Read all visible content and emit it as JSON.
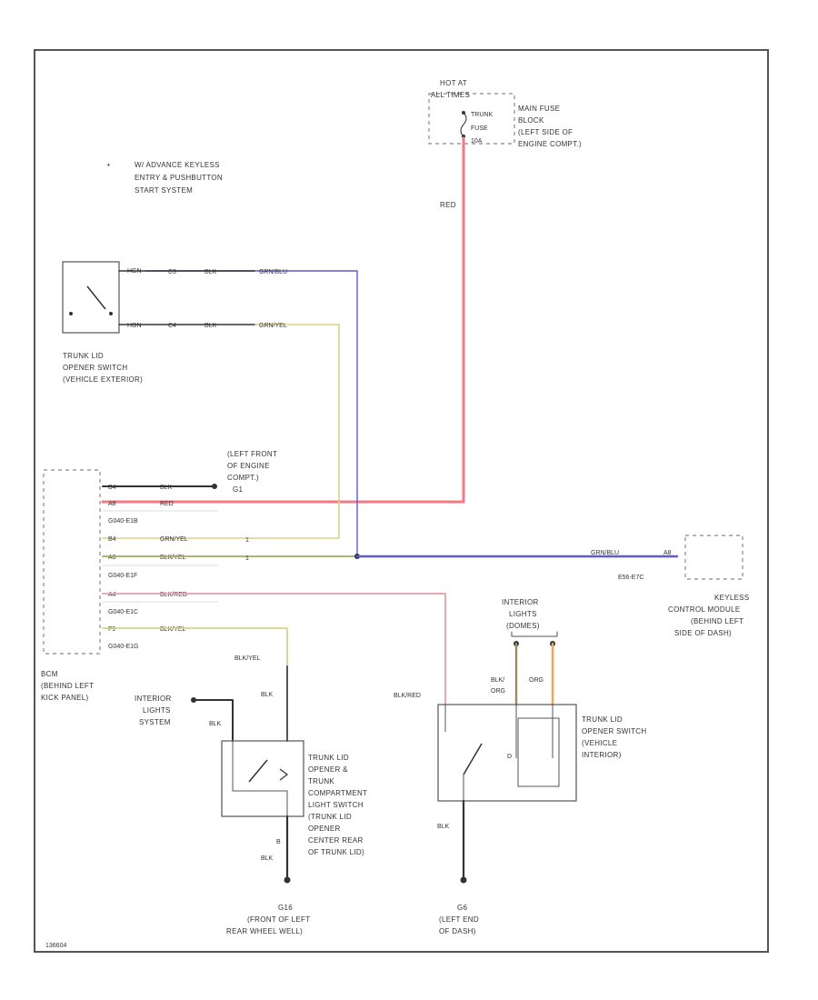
{
  "title_note": {
    "bullet": "•",
    "line1": "W/ ADVANCE KEYLESS",
    "line2": "ENTRY & PUSHBUTTON",
    "line3": "START SYSTEM"
  },
  "fuse": {
    "hot_line1": "HOT AT",
    "hot_line2": "ALL TIMES",
    "fuse_label": "TRUNK",
    "amp_label": "FUSE",
    "amp_value": "10A",
    "box_line1": "MAIN FUSE",
    "box_line2": "BLOCK",
    "box_line3": "(LEFT SIDE OF",
    "box_line4": "ENGINE COMPT.)"
  },
  "ext_switch": {
    "pin1": "HGN",
    "pin2": "HGN",
    "wire1_conn": "C3",
    "wire1_color": "BLK",
    "wire1_end": "GRN/BLU",
    "wire2_conn": "C4",
    "wire2_color": "BLK",
    "wire2_end": "GRN/YEL",
    "line1": "TRUNK LID",
    "line2": "OPENER SWITCH",
    "line3": "(VEHICLE EXTERIOR)"
  },
  "ground_front": {
    "line1": "(LEFT FRONT",
    "line2": "OF ENGINE",
    "line3": "COMPT.)",
    "line4": "G1"
  },
  "bcm": {
    "rows": [
      {
        "pin": "B4",
        "color": "BLK"
      },
      {
        "pin": "A8",
        "color": "RED"
      },
      {
        "pin": "",
        "color": "G040-E1B"
      },
      {
        "pin": "B4",
        "color": "GRN/YEL"
      },
      {
        "pin": "A6",
        "color": "BLK/YEL"
      },
      {
        "pin": "",
        "color": "G040-E1F"
      },
      {
        "pin": "A4",
        "color": "BLK/RED"
      },
      {
        "pin": "",
        "color": "G040-E1C"
      },
      {
        "pin": "F9",
        "color": "BLK/YEL"
      },
      {
        "pin": "",
        "color": "G040-E1G"
      }
    ],
    "line1": "BCM",
    "line2": "(BEHIND LEFT",
    "line3": "KICK PANEL)"
  },
  "keyless": {
    "wire_color": "GRN/BLU",
    "pin": "A8",
    "conn": "E56-E7C",
    "line1": "KEYLESS",
    "line2": "CONTROL MODULE",
    "line3": "(BEHIND LEFT",
    "line4": "SIDE OF DASH)"
  },
  "trunk_light_switch": {
    "wire_in": "BLK/YEL",
    "wire_out": "BLK",
    "wire_out2": "BLK",
    "pin_bot": "B",
    "line1": "TRUNK LID",
    "line2": "OPENER &",
    "line3": "TRUNK",
    "line4": "COMPARTMENT",
    "line5": "LIGHT SWITCH",
    "line6": "(TRUNK LID",
    "line7": "OPENER",
    "line8": "CENTER REAR",
    "line9": "OF TRUNK LID)"
  },
  "interior_lights_left": {
    "line1": "INTERIOR",
    "line2": "LIGHTS",
    "line3": "SYSTEM",
    "wire": "BLK"
  },
  "interior_lights_right": {
    "line1": "INTERIOR",
    "line2": "LIGHTS",
    "line3": "(DOMES)",
    "wire1": "BLK/",
    "wire1b": "ORG",
    "wire2": "ORG"
  },
  "int_switch": {
    "wire_in": "BLK/RED",
    "wire_out": "BLK",
    "line1": "TRUNK LID",
    "line2": "OPENER SWITCH",
    "line3": "(VEHICLE",
    "line4": "INTERIOR)"
  },
  "ground_rear": {
    "line1": "G16",
    "line2": "(FRONT OF LEFT",
    "line3": "REAR WHEEL WELL)"
  },
  "ground_dash": {
    "line1": "G6",
    "line2": "(LEFT END",
    "line3": "OF DASH)"
  },
  "footer_code": "136604",
  "colors": {
    "red": "#f27a84",
    "blue": "#5b5bd6",
    "yellow": "#d8d28a",
    "olive": "#a8a860",
    "black": "#333333",
    "orange": "#f5a35a",
    "brown": "#9a8a6a"
  }
}
